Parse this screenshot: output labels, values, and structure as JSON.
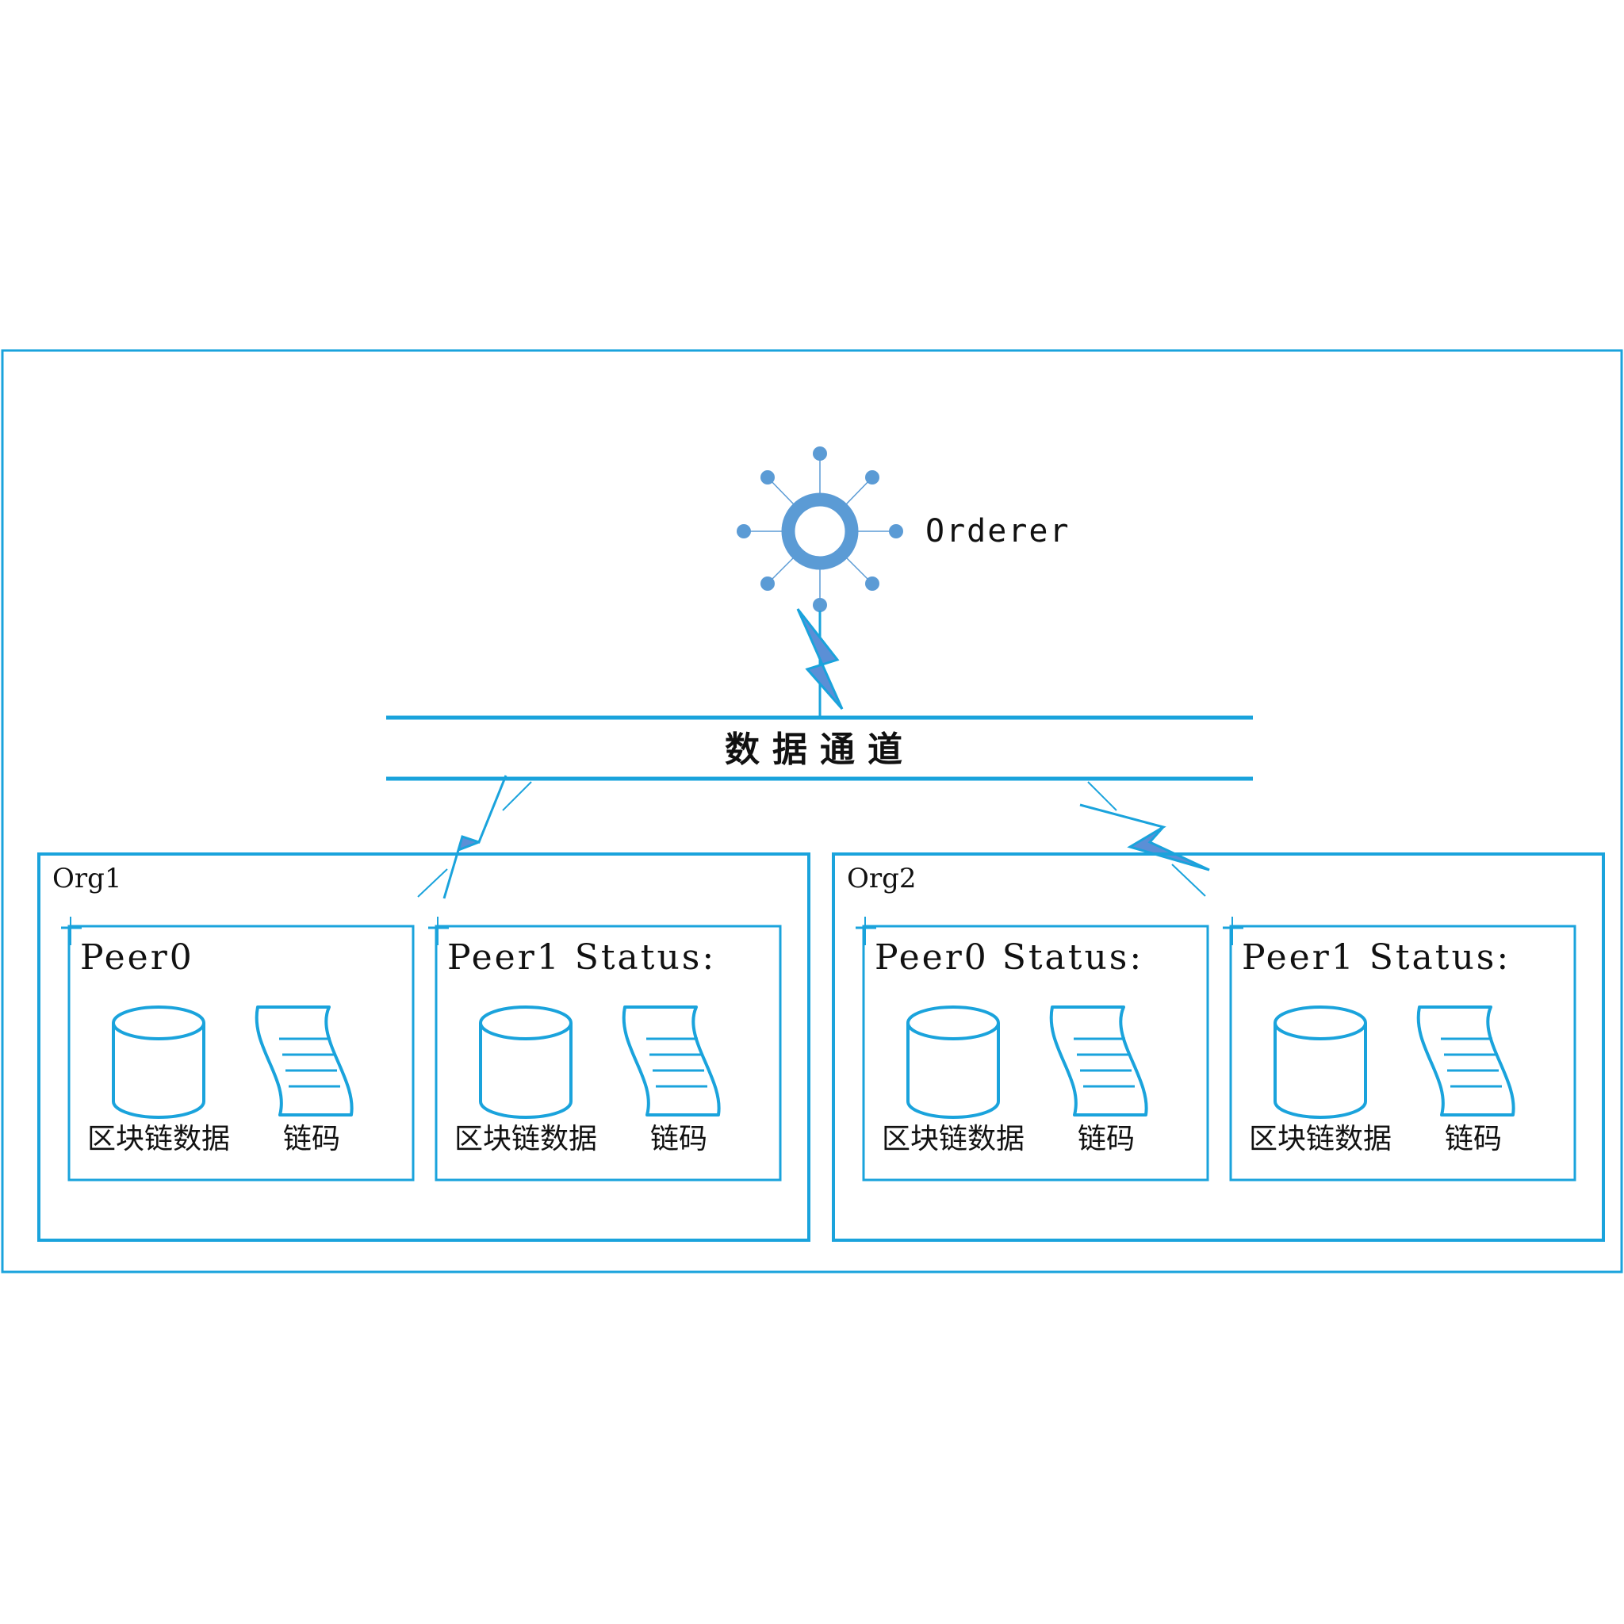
{
  "colors": {
    "line": "#1aa3dc",
    "lightning_fill": "#5b8fd6",
    "orderer_node": "#5b9bd5",
    "text": "#111111"
  },
  "orderer": {
    "label": "Orderer",
    "icon": "orderer-network-icon"
  },
  "channel": {
    "label": "数据通道"
  },
  "orgs": [
    {
      "name": "Org1",
      "peers": [
        {
          "title": "Peer0",
          "db_label": "区块链数据",
          "chaincode_label": "链码"
        },
        {
          "title": "Peer1 Status:",
          "db_label": "区块链数据",
          "chaincode_label": "链码"
        }
      ]
    },
    {
      "name": "Org2",
      "peers": [
        {
          "title": "Peer0 Status:",
          "db_label": "区块链数据",
          "chaincode_label": "链码"
        },
        {
          "title": "Peer1 Status:",
          "db_label": "区块链数据",
          "chaincode_label": "链码"
        }
      ]
    }
  ],
  "icons": {
    "database": "database-cylinder-icon",
    "chaincode": "chaincode-document-icon",
    "lightning": "lightning-bolt-icon"
  }
}
